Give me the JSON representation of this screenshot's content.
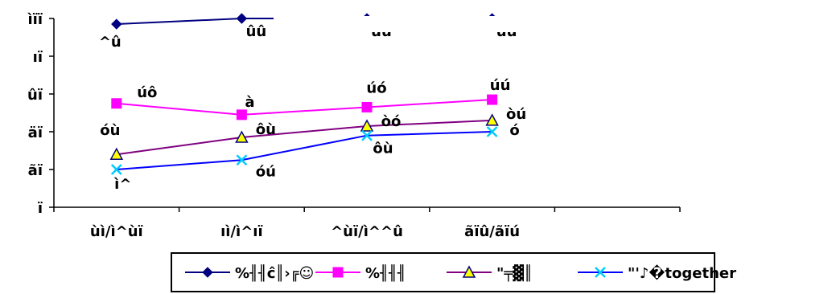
{
  "chart_data": {
    "type": "line",
    "categories": [
      "ùì/ì^ùï",
      "ıì/ì^ıï",
      "^ùï/ì^^û",
      "ãïû/ãïú"
    ],
    "ylim": [
      0,
      100
    ],
    "y_ticks": [
      0,
      20,
      40,
      60,
      80,
      100
    ],
    "y_tick_labels": [
      "ï",
      "ãï",
      "äï",
      "ûï",
      "ıï",
      "ìïï"
    ],
    "grid": false,
    "legend_position": "bottom",
    "series": [
      {
        "name": "%╢╢ĉ║›╔☺",
        "color": "#000080",
        "marker": "diamond",
        "values": [
          97,
          100,
          100,
          100
        ],
        "labels": [
          "^û",
          "ûû",
          "ûû",
          "ûû"
        ]
      },
      {
        "name": "%╢╢╢",
        "color": "#ff00ff",
        "marker": "square",
        "values": [
          55,
          49,
          53,
          57
        ],
        "labels": [
          "úô",
          "à",
          "úó",
          "úú"
        ]
      },
      {
        "name": "\"╤▓║",
        "color": "#800080",
        "marker": "triangle",
        "values": [
          28,
          37,
          43,
          46
        ],
        "labels": [
          "óù",
          "ôù",
          "òó",
          "òú"
        ]
      },
      {
        "name": "\"'♪�together",
        "color": "#0000ff",
        "marker": "x",
        "values": [
          20,
          25,
          38,
          40
        ],
        "labels": [
          "ì^",
          "óú",
          "ôù",
          "ó"
        ]
      }
    ]
  }
}
